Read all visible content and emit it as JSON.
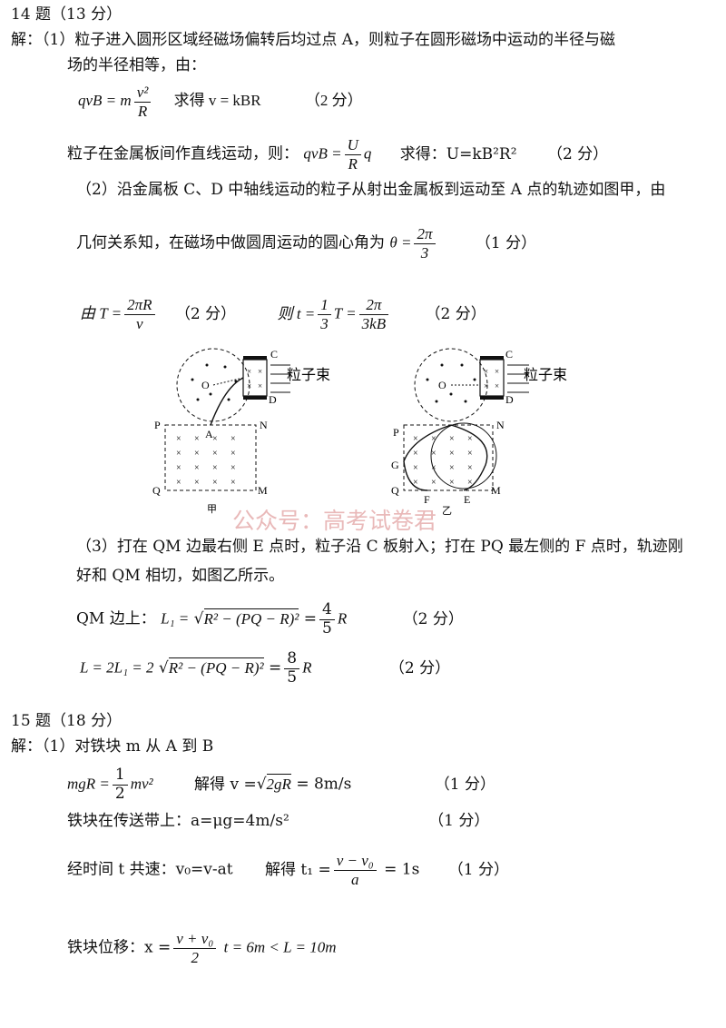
{
  "q14": {
    "heading": "14 题（13 分）",
    "p1_line1": "解：（1）粒子进入圆形区域经磁场偏转后均过点 A，则粒子在圆形磁场中运动的半径与磁",
    "p1_line2": "场的半径相等，由：",
    "eq1_pre": "qvB = m",
    "eq1_num": "v²",
    "eq1_den": "R",
    "eq1_result": "求得 v = kBR",
    "pts2": "（2 分）",
    "eq2_text": "粒子在金属板间作直线运动，则：",
    "eq2_pre": "qvB =",
    "eq2_num": "U",
    "eq2_den": "R",
    "eq2_post": "q",
    "eq2_result": "求得：U=kB²R²",
    "p2_line1": "（2）沿金属板 C、D 中轴线运动的粒子从射出金属板到运动至 A 点的轨迹如图甲，由",
    "p2_line2": "几何关系知，在磁场中做圆周运动的圆心角为",
    "theta_pre": "θ =",
    "theta_num": "2π",
    "theta_den": "3",
    "pts1": "（1 分）",
    "T_pre": "由 T =",
    "T_num": "2πR",
    "T_den": "v",
    "t_pre": "则 t =",
    "t_num": "1",
    "t_den": "3",
    "t_mid": "T =",
    "t_num2": "2π",
    "t_den2": "3kB",
    "fig_jia": {
      "C": "C",
      "D": "D",
      "O": "O",
      "beam": "粒子束",
      "P": "P",
      "N": "N",
      "A": "A",
      "Q": "Q",
      "M": "M",
      "caption": "甲"
    },
    "fig_yi": {
      "C": "C",
      "D": "D",
      "O": "O",
      "beam": "粒子束",
      "P": "P",
      "N": "N",
      "G": "G",
      "Q": "Q",
      "F": "F",
      "E": "E",
      "M": "M",
      "caption": "乙"
    },
    "watermark": "公众号：高考试卷君",
    "p3_line1": "（3）打在 QM 边最右侧 E 点时，粒子沿 C 板射入；打在 PQ 最左侧的 F 点时，轨迹刚",
    "p3_line2": "好和 QM 相切，如图乙所示。",
    "L1_pre": "QM 边上：",
    "L1_eq": "L₁ =",
    "L1_sqrt": "R² − (PQ − R)²",
    "L1_eq2": "=",
    "L1_num": "4",
    "L1_den": "5",
    "L1_post": "R",
    "L_eq": "L = 2L₁ = 2",
    "L_sqrt": "R² − (PQ − R)²",
    "L_eq2": "=",
    "L_num": "8",
    "L_den": "5",
    "L_post": "R"
  },
  "q15": {
    "heading": "15 题（18 分）",
    "p1": "解：（1）对铁块 m 从 A 到 B",
    "e1_pre": "mgR =",
    "e1_num": "1",
    "e1_den": "2",
    "e1_post": "mv²",
    "e1_res_pre": "解得 v =",
    "e1_res_sqrt": "2gR",
    "e1_res_post": "= 8m/s",
    "e2": "铁块在传送带上：a=μg=4m/s²",
    "e3_pre": "经时间 t 共速：v₀=v-at",
    "e3_res": "解得 t₁ =",
    "e3_num": "v − v₀",
    "e3_den": "a",
    "e3_post": "= 1s",
    "e4_pre": "铁块位移：x =",
    "e4_num": "v + v₀",
    "e4_den": "2",
    "e4_post": "t = 6m < L = 10m",
    "pts1": "（1 分）"
  }
}
